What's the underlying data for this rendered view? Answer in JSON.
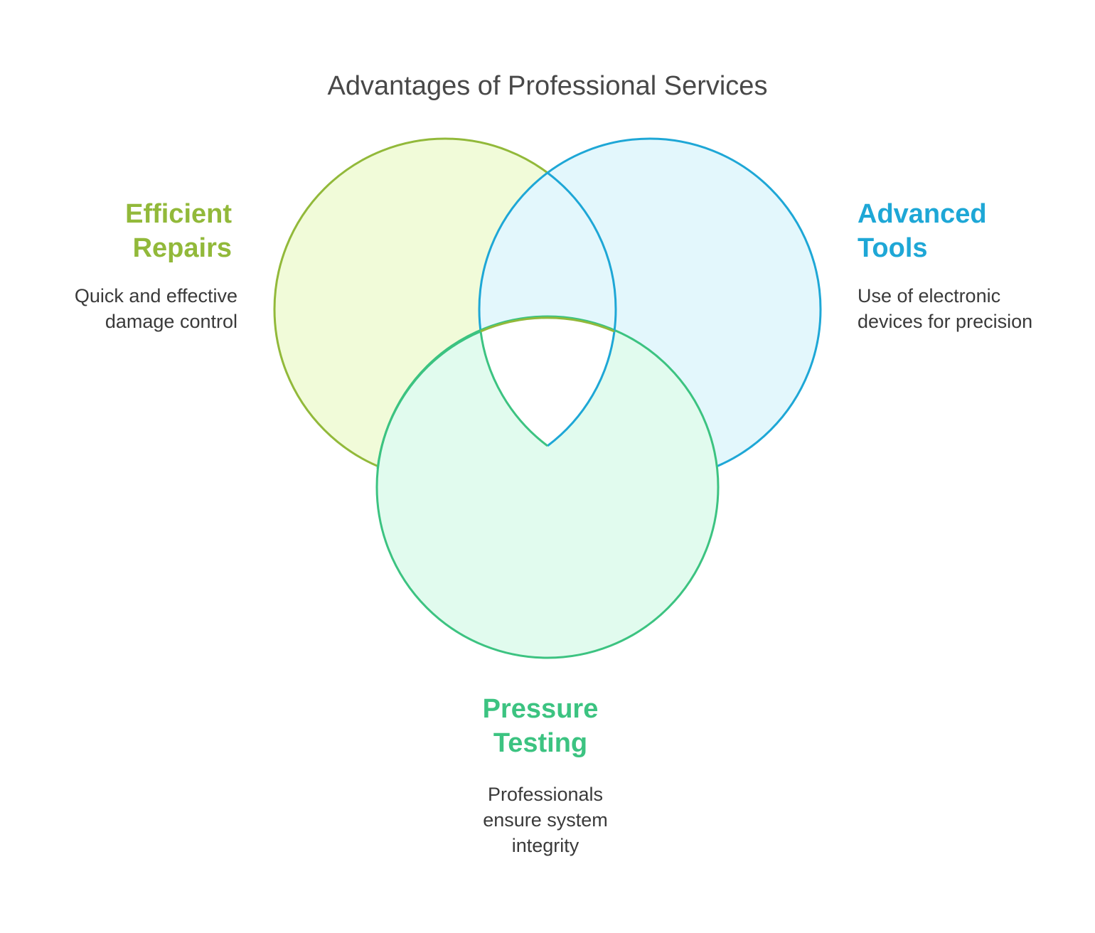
{
  "title": "Advantages of Professional Services",
  "colors": {
    "efficient_stroke": "#92b93a",
    "efficient_fill": "#f1fbd9",
    "advanced_stroke": "#1ea7d6",
    "advanced_fill": "#e3f7fc",
    "pressure_stroke": "#3cc381",
    "pressure_fill": "#e1fbee",
    "center_fill": "#ffffff"
  },
  "sets": [
    {
      "id": "efficient",
      "heading_lines": [
        "Efficient",
        "Repairs"
      ],
      "description_lines": [
        "Quick and effective",
        "damage control"
      ]
    },
    {
      "id": "advanced",
      "heading_lines": [
        "Advanced",
        "Tools"
      ],
      "description_lines": [
        "Use of electronic",
        "devices for precision"
      ]
    },
    {
      "id": "pressure",
      "heading_lines": [
        "Pressure",
        "Testing"
      ],
      "description_lines": [
        "Professionals",
        "ensure system",
        "integrity"
      ]
    }
  ]
}
